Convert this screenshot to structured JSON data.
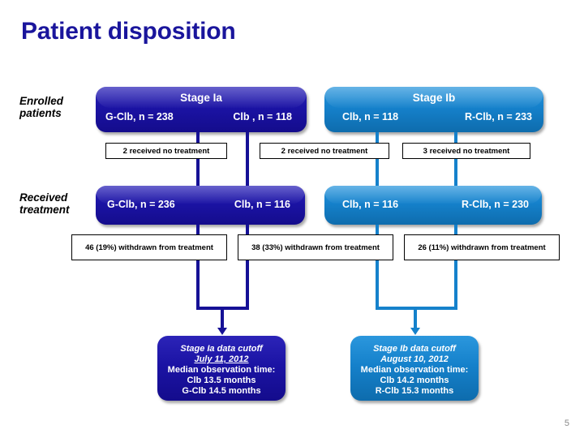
{
  "title": "Patient disposition",
  "page_number": "5",
  "colors": {
    "dark_blue": "#1b13a4",
    "light_blue": "#1581cb",
    "title_blue": "#1a159c",
    "page_number_gray": "#8a8a8a"
  },
  "row_labels": {
    "enrolled": "Enrolled\npatients",
    "received": "Received\ntreatment"
  },
  "enrolled": {
    "stage_ia": {
      "title": "Stage Ia",
      "arm_left": "G-Clb, n = 238",
      "arm_right": "Clb , n = 118"
    },
    "stage_ib": {
      "title": "Stage Ib",
      "arm_left": "Clb, n = 118",
      "arm_right": "R-Clb, n = 233"
    }
  },
  "no_treatment_notes": [
    "2 received no treatment",
    "2 received no treatment",
    "3 received no treatment"
  ],
  "received_treatment": {
    "stage_ia": {
      "arm_left": "G-Clb, n = 236",
      "arm_right": "Clb, n = 116"
    },
    "stage_ib": {
      "arm_left": "Clb, n = 116",
      "arm_right": "R-Clb, n = 230"
    }
  },
  "withdrawn_notes": [
    "46 (19%) withdrawn from treatment",
    "38 (33%) withdrawn from treatment",
    "26 (11%) withdrawn from treatment"
  ],
  "cutoffs": {
    "stage_ia": {
      "line1": "Stage Ia data cutoff",
      "line2": "July 11, 2012",
      "line3": "Median observation time:",
      "line4": "Clb 13.5 months",
      "line5": "G-Clb 14.5 months"
    },
    "stage_ib": {
      "line1": "Stage Ib data cutoff",
      "line2": "August 10, 2012",
      "line3": "Median observation time:",
      "line4": "Clb 14.2 months",
      "line5": "R-Clb 15.3 months"
    }
  }
}
